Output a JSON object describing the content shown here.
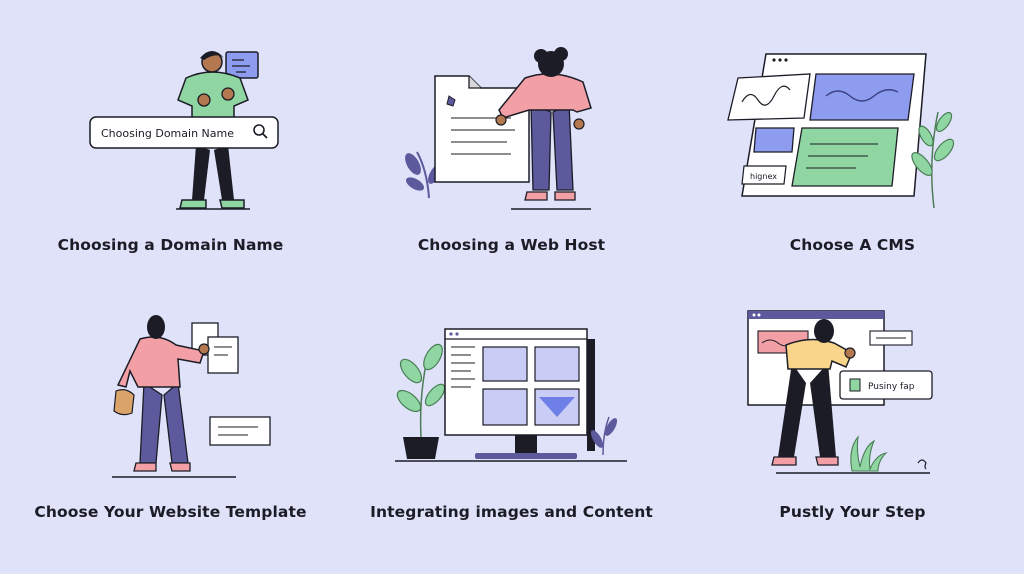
{
  "colors": {
    "background": "#e0e2fa",
    "ink": "#1c1c26",
    "green": "#8fd6a2",
    "pink": "#f2a0a6",
    "purple": "#5c5a9c",
    "blue": "#8e9cf0",
    "yellow": "#f8d58a"
  },
  "steps": [
    {
      "caption": "Choosing a Domain Name",
      "search_text": "Choosing Domain Name",
      "icon": "search-icon"
    },
    {
      "caption": "Choosing a Web Host"
    },
    {
      "caption": "Choose A CMS",
      "tag_text": "hignex"
    },
    {
      "caption": "Choose Your Website Template"
    },
    {
      "caption": "Integrating images and Content"
    },
    {
      "caption": "Pustly Your Step",
      "card_text": "Pusiny fap"
    }
  ]
}
